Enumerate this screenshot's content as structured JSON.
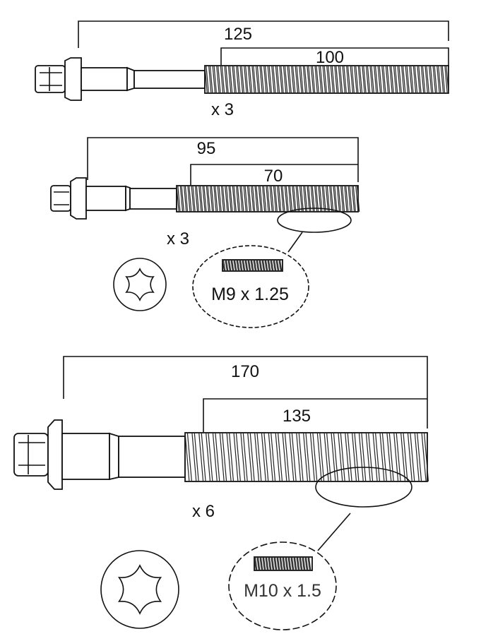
{
  "bolts": [
    {
      "overall_length": "125",
      "thread_length": "100",
      "quantity": "x 3"
    },
    {
      "overall_length": "95",
      "thread_length": "70",
      "quantity": "x 3",
      "thread_spec": "M9 x 1.25"
    },
    {
      "overall_length": "170",
      "thread_length": "135",
      "quantity": "x 6",
      "thread_spec": "M10 x 1.5"
    }
  ]
}
